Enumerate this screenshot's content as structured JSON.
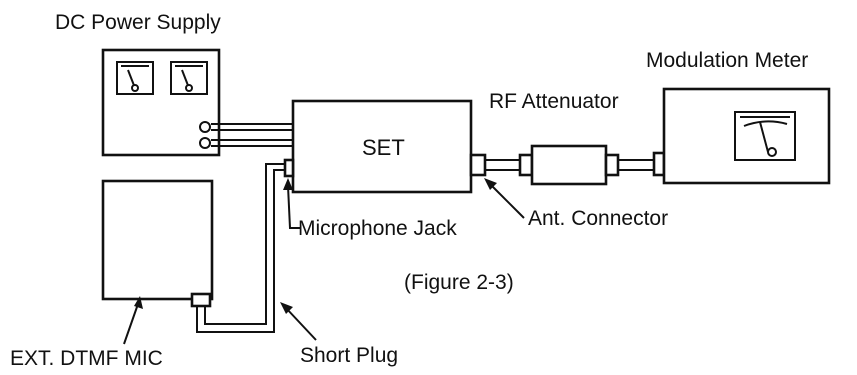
{
  "diagram": {
    "labels": {
      "dc_power_supply": "DC Power Supply",
      "modulation_meter": "Modulation Meter",
      "rf_attenuator": "RF Attenuator",
      "set": "SET",
      "microphone_jack": "Microphone Jack",
      "ant_connector": "Ant. Connector",
      "figure_caption": "(Figure 2-3)",
      "ext_dtmf_mic": "EXT. DTMF MIC",
      "short_plug": "Short Plug"
    }
  }
}
